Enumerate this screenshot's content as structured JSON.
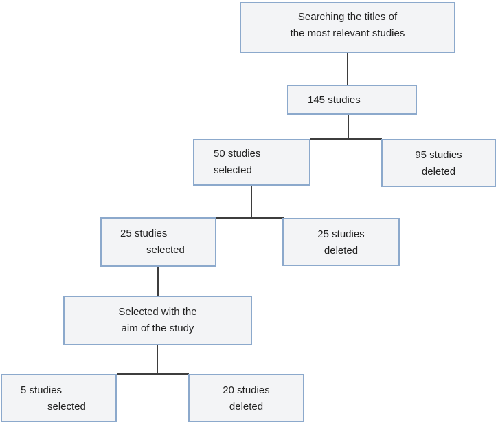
{
  "nodes": {
    "search_titles": {
      "line1": "Searching the titles of",
      "line2": "the most relevant studies"
    },
    "studies_145": {
      "line1": "145 studies"
    },
    "selected_50": {
      "line1": "50 studies",
      "line2": "selected"
    },
    "deleted_95": {
      "line1": "95 studies",
      "line2": "deleted"
    },
    "selected_25": {
      "line1": "25 studies",
      "line2": "selected"
    },
    "deleted_25": {
      "line1": "25 studies",
      "line2": "deleted"
    },
    "aim": {
      "line1": "Selected with the",
      "line2": "aim of the study"
    },
    "selected_5": {
      "line1": "5 studies",
      "line2": "selected"
    },
    "deleted_20": {
      "line1": "20 studies",
      "line2": "deleted"
    }
  },
  "colors": {
    "box_border": "#8ca9cc",
    "box_fill": "#f3f4f6",
    "connector": "#3d3d3d",
    "text": "#222222",
    "background": "#ffffff"
  }
}
